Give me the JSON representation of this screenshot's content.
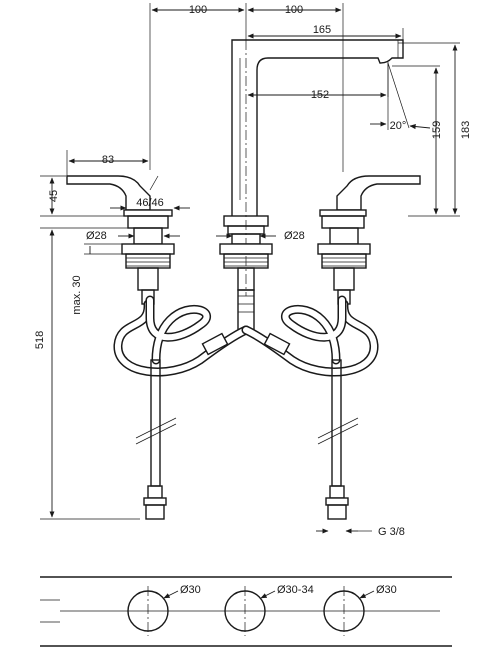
{
  "dimensions": {
    "left_spacing": "100",
    "right_spacing": "100",
    "spout_reach": "165",
    "spout_inner": "152",
    "spout_angle": "20°",
    "spout_height_159": "159",
    "total_height_183": "183",
    "handle_length": "83",
    "handle_height": "45",
    "handle_rotation": "46/46",
    "shank_left": "Ø28",
    "shank_center": "Ø28",
    "max_thickness": "max. 30",
    "hose_length": "518",
    "connection": "G 3/8"
  },
  "hole_diagram": {
    "hole_left": "Ø30",
    "hole_center": "Ø30-34",
    "hole_right": "Ø30"
  }
}
